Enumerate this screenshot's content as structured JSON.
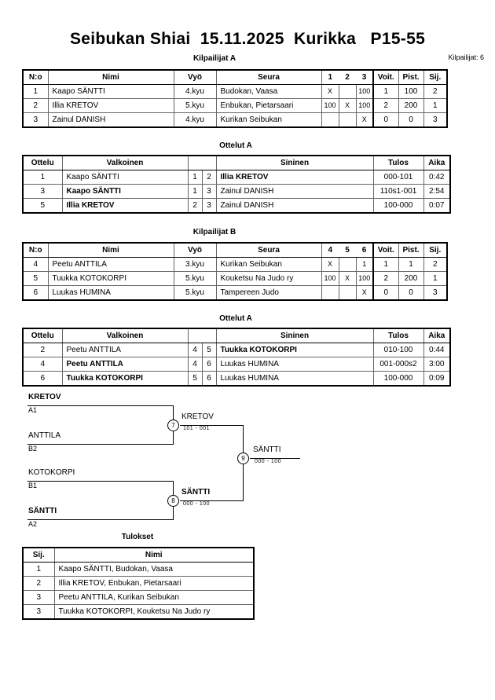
{
  "header": {
    "title": "Seibukan Shiai  15.11.2025  Kurikka   P15-55",
    "competitor_count_label": "Kilpailijat: 6"
  },
  "pool_a": {
    "caption": "Kilpailijat A",
    "columns": [
      "N:o",
      "Nimi",
      "Vyö",
      "Seura",
      "1",
      "2",
      "3",
      "Voit.",
      "Pist.",
      "Sij."
    ],
    "rows": [
      {
        "no": "1",
        "name": "Kaapo SÄNTTI",
        "belt": "4.kyu",
        "club": "Budokan, Vaasa",
        "m1": "X",
        "m2": "",
        "m3": "100",
        "wins": "1",
        "points": "100",
        "rank": "2"
      },
      {
        "no": "2",
        "name": "Illia KRETOV",
        "belt": "5.kyu",
        "club": "Enbukan, Pietarsaari",
        "m1": "100",
        "m2": "X",
        "m3": "100",
        "wins": "2",
        "points": "200",
        "rank": "1"
      },
      {
        "no": "3",
        "name": "Zainul DANISH",
        "belt": "4.kyu",
        "club": "Kurikan Seibukan",
        "m1": "",
        "m2": "",
        "m3": "X",
        "wins": "0",
        "points": "0",
        "rank": "3"
      }
    ]
  },
  "matches_a": {
    "caption": "Ottelut A",
    "columns": [
      "Ottelu",
      "Valkoinen",
      "",
      "",
      "Sininen",
      "Tulos",
      "Aika"
    ],
    "rows": [
      {
        "match": "1",
        "white": "Kaapo SÄNTTI",
        "white_bold": false,
        "wn": "1",
        "bn": "2",
        "blue": "Illia KRETOV",
        "blue_bold": true,
        "result": "000-101",
        "time": "0:42"
      },
      {
        "match": "3",
        "white": "Kaapo SÄNTTI",
        "white_bold": true,
        "wn": "1",
        "bn": "3",
        "blue": "Zainul DANISH",
        "blue_bold": false,
        "result": "110s1-001",
        "time": "2:54"
      },
      {
        "match": "5",
        "white": "Illia KRETOV",
        "white_bold": true,
        "wn": "2",
        "bn": "3",
        "blue": "Zainul DANISH",
        "blue_bold": false,
        "result": "100-000",
        "time": "0:07"
      }
    ]
  },
  "pool_b": {
    "caption": "Kilpailijat B",
    "columns": [
      "N:o",
      "Nimi",
      "Vyö",
      "Seura",
      "4",
      "5",
      "6",
      "Voit.",
      "Pist.",
      "Sij."
    ],
    "rows": [
      {
        "no": "4",
        "name": "Peetu ANTTILA",
        "belt": "3.kyu",
        "club": "Kurikan Seibukan",
        "m1": "X",
        "m2": "",
        "m3": "1",
        "wins": "1",
        "points": "1",
        "rank": "2"
      },
      {
        "no": "5",
        "name": "Tuukka KOTOKORPI",
        "belt": "5.kyu",
        "club": "Kouketsu Na Judo ry",
        "m1": "100",
        "m2": "X",
        "m3": "100",
        "wins": "2",
        "points": "200",
        "rank": "1"
      },
      {
        "no": "6",
        "name": "Luukas HUMINA",
        "belt": "5.kyu",
        "club": "Tampereen Judo",
        "m1": "",
        "m2": "",
        "m3": "X",
        "wins": "0",
        "points": "0",
        "rank": "3"
      }
    ]
  },
  "matches_b": {
    "caption": "Ottelut A",
    "columns": [
      "Ottelu",
      "Valkoinen",
      "",
      "",
      "Sininen",
      "Tulos",
      "Aika"
    ],
    "rows": [
      {
        "match": "2",
        "white": "Peetu ANTTILA",
        "white_bold": false,
        "wn": "4",
        "bn": "5",
        "blue": "Tuukka KOTOKORPI",
        "blue_bold": true,
        "result": "010-100",
        "time": "0:44"
      },
      {
        "match": "4",
        "white": "Peetu ANTTILA",
        "white_bold": true,
        "wn": "4",
        "bn": "6",
        "blue": "Luukas HUMINA",
        "blue_bold": false,
        "result": "001-000s2",
        "time": "3:00"
      },
      {
        "match": "6",
        "white": "Tuukka KOTOKORPI",
        "white_bold": true,
        "wn": "5",
        "bn": "6",
        "blue": "Luukas HUMINA",
        "blue_bold": false,
        "result": "100-000",
        "time": "0:09"
      }
    ]
  },
  "bracket": {
    "seeds": [
      {
        "name": "KRETOV",
        "code": "A1",
        "winner": true
      },
      {
        "name": "ANTTILA",
        "code": "B2",
        "winner": false
      },
      {
        "name": "KOTOKORPI",
        "code": "B1",
        "winner": false
      },
      {
        "name": "SÄNTTI",
        "code": "A2",
        "winner": true
      }
    ],
    "matches": [
      {
        "number": "7",
        "name": "KRETOV",
        "score": "101 - 001",
        "winner": false
      },
      {
        "number": "8",
        "name": "SÄNTTI",
        "score": "000 - 100",
        "winner": true
      },
      {
        "number": "9",
        "name": "SÄNTTI",
        "score": "000 - 100",
        "winner": false
      }
    ]
  },
  "results": {
    "caption": "Tulokset",
    "columns": [
      "Sij.",
      "Nimi"
    ],
    "rows": [
      {
        "rank": "1",
        "name": "Kaapo SÄNTTI, Budokan, Vaasa"
      },
      {
        "rank": "2",
        "name": "Illia KRETOV, Enbukan, Pietarsaari"
      },
      {
        "rank": "3",
        "name": "Peetu ANTTILA, Kurikan Seibukan"
      },
      {
        "rank": "3",
        "name": "Tuukka KOTOKORPI, Kouketsu Na Judo ry"
      }
    ]
  }
}
